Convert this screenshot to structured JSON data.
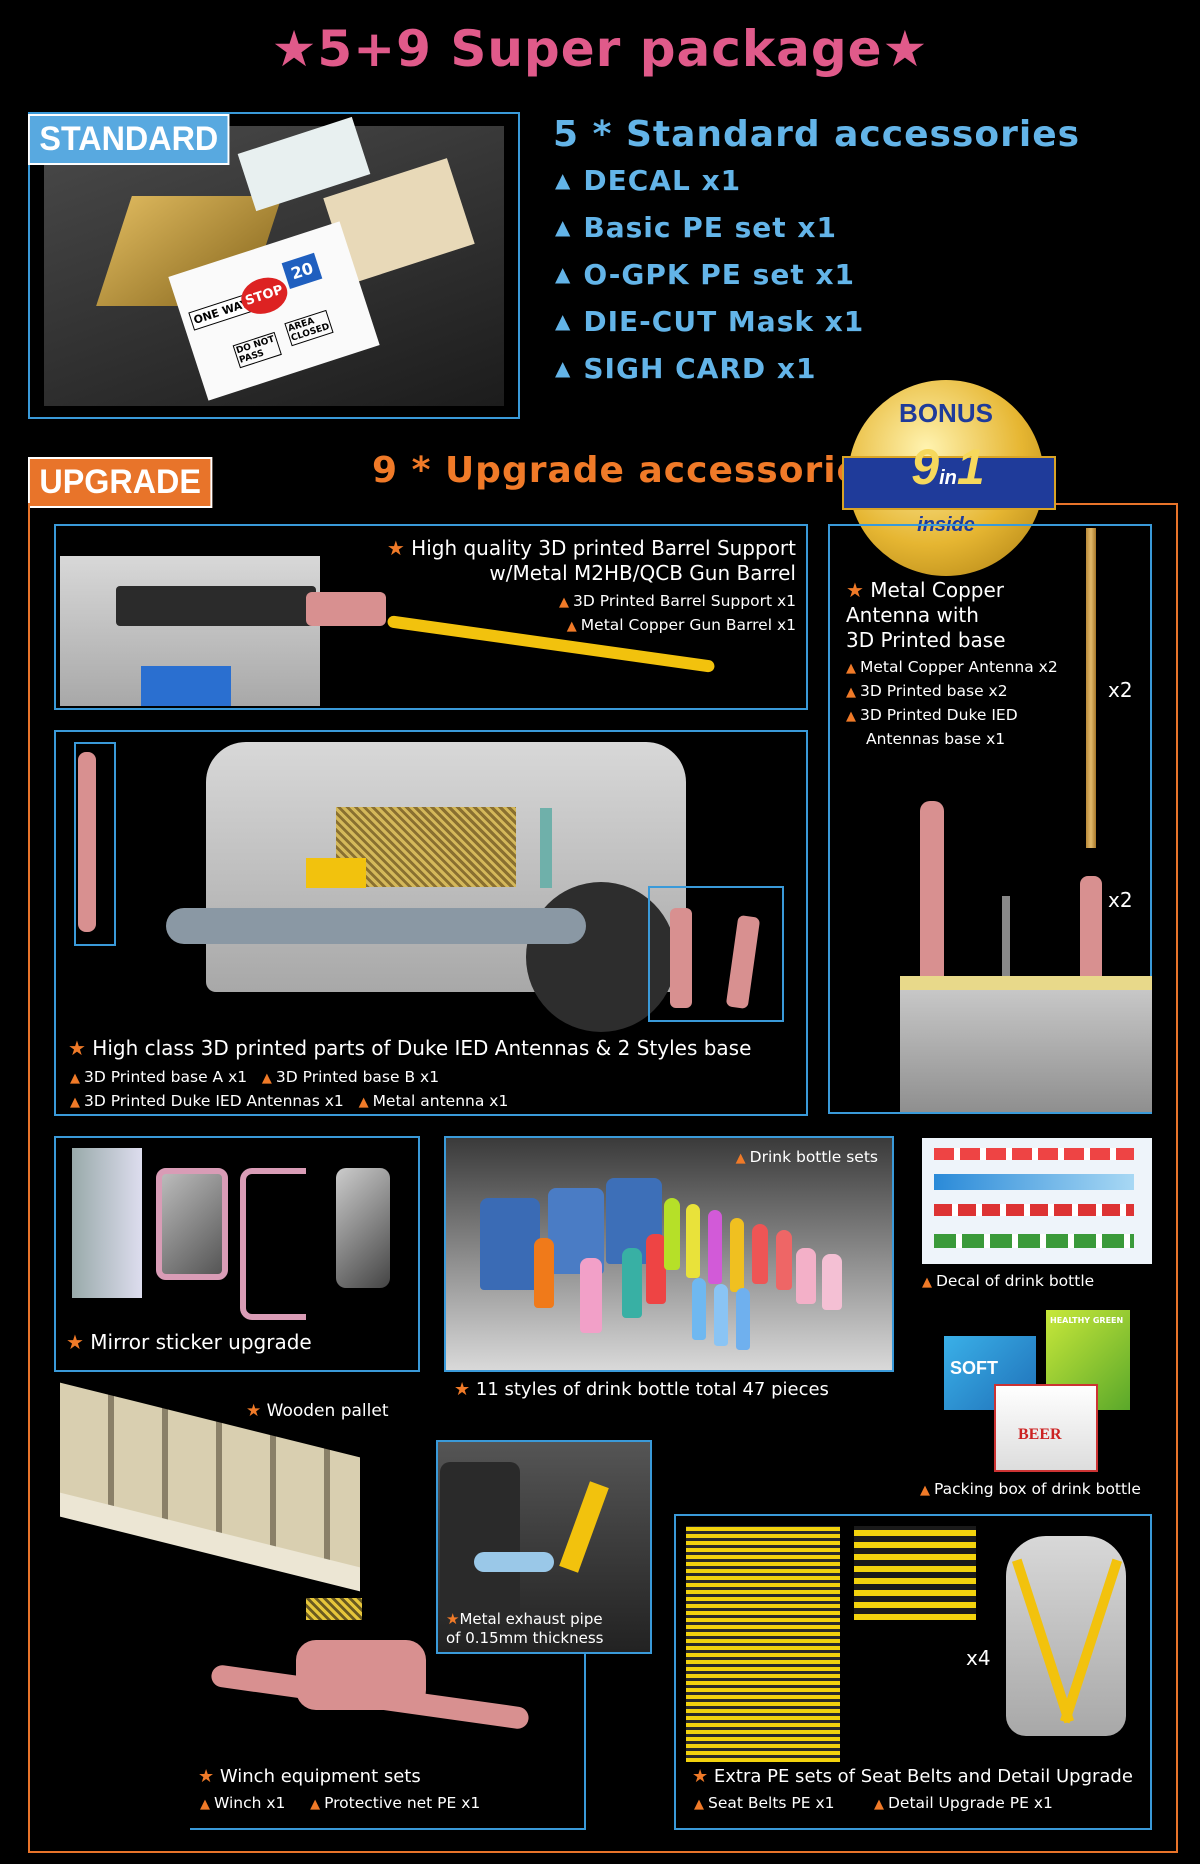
{
  "title": "★5+9 Super package★",
  "standard": {
    "tag": "STANDARD",
    "heading": "5 * Standard accessories",
    "items": [
      "DECAL x1",
      "Basic PE set x1",
      "O-GPK PE set x1",
      "DIE-CUT Mask x1",
      "SIGH CARD x1"
    ],
    "sign_texts": [
      "ONE WAY",
      "STOP",
      "20",
      "DO NOT PASS",
      "AREA CLOSED"
    ]
  },
  "upgrade": {
    "tag": "UPGRADE",
    "heading": "9 * Upgrade accessories"
  },
  "badge": {
    "top": "BONUS",
    "main": "9",
    "in": "in",
    "one": "1",
    "bottom": "inside"
  },
  "barrel": {
    "title1": "High quality 3D printed Barrel Support",
    "title2": "w/Metal M2HB/QCB Gun Barrel",
    "items": [
      "3D Printed Barrel Support x1",
      "Metal Copper Gun Barrel x1"
    ]
  },
  "antenna": {
    "title1": "Metal Copper",
    "title2": "Antenna with",
    "title3": "3D Printed base",
    "items": [
      "Metal Copper Antenna x2",
      "3D Printed base x2",
      "3D Printed Duke IED",
      "Antennas base x1"
    ],
    "mult1": "x2",
    "mult2": "x2"
  },
  "duke": {
    "title": "High class 3D printed parts of Duke IED Antennas & 2 Styles base",
    "items_row1": [
      "3D Printed base A x1",
      "3D Printed base B x1"
    ],
    "items_row2": [
      "3D Printed Duke IED Antennas x1",
      "Metal antenna x1"
    ]
  },
  "mirror": {
    "title": "Mirror sticker upgrade"
  },
  "bottles": {
    "label": "Drink bottle sets",
    "caption": "11 styles of drink bottle total 47 pieces"
  },
  "decal_bottle": {
    "label": "Decal of drink bottle"
  },
  "packing": {
    "label": "Packing box of drink bottle",
    "box_texts": [
      "SOFT",
      "HEALTHY GREEN",
      "BEER"
    ]
  },
  "pallet": {
    "label": "Wooden pallet"
  },
  "exhaust": {
    "line1": "Metal exhaust pipe",
    "line2": "of 0.15mm thickness"
  },
  "winch": {
    "title": "Winch equipment sets",
    "items": [
      "Winch x1",
      "Protective net PE x1"
    ]
  },
  "seatbelt": {
    "title": "Extra PE sets of Seat Belts and Detail Upgrade",
    "items": [
      "Seat Belts PE x1",
      "Detail Upgrade PE x1"
    ],
    "mult": "x4"
  },
  "colors": {
    "title_pink": "#e05a8a",
    "standard_blue": "#63b4e8",
    "upgrade_orange": "#f07a28",
    "frame_blue": "#3a9ad9"
  }
}
